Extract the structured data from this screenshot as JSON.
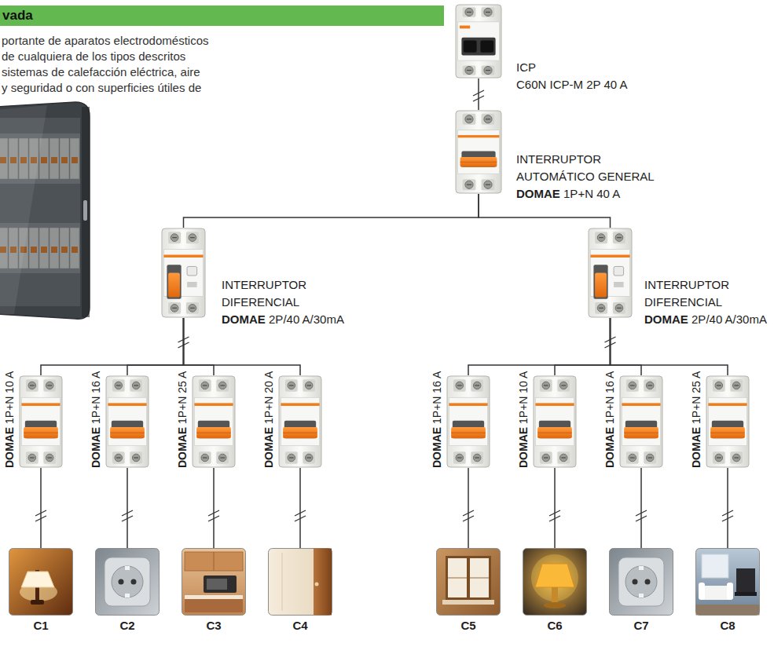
{
  "diagram": {
    "nodes": [
      {
        "text": [
          "vada"
        ]
      },
      {
        "text": [
          "ICP",
          "C60N ICP-M 2P 40 A"
        ]
      },
      {
        "text": [
          "INTERRUPTOR AUTOMÁTICO GENERAL",
          "DOMAE",
          "1P+N 40 A"
        ]
      },
      {
        "text": [
          "INTERRUPTOR DIFERENCIAL",
          "DOMAE",
          "2P/40 A/30mA"
        ]
      },
      {
        "text": [
          "INTERRUPTOR DIFERENCIAL",
          "DOMAE",
          "2P/40 A/30mA"
        ]
      },
      {
        "text": [
          "DOMAE",
          "1P+N 10 A"
        ]
      },
      {
        "text": [
          "DOMAE",
          "1P+N 16 A"
        ]
      },
      {
        "text": [
          "DOMAE",
          "1P+N 25 A"
        ]
      },
      {
        "text": [
          "DOMAE",
          "1P+N 20 A"
        ]
      },
      {
        "text": [
          "DOMAE",
          "1P+N 16 A"
        ]
      },
      {
        "text": [
          "DOMAE",
          "1P+N 10 A"
        ]
      },
      {
        "text": [
          "DOMAE",
          "1P+N 16 A"
        ]
      },
      {
        "text": [
          "DOMAE",
          "1P+N 25 A"
        ]
      },
      {
        "text": [
          "C1"
        ]
      },
      {
        "text": [
          "C2"
        ]
      },
      {
        "text": [
          "C3"
        ]
      },
      {
        "text": [
          "C4"
        ]
      },
      {
        "text": [
          "C5"
        ]
      },
      {
        "text": [
          "C6"
        ]
      },
      {
        "text": [
          "C7"
        ]
      },
      {
        "text": [
          "C8"
        ]
      }
    ],
    "edges": [
      {
        "from": 1,
        "to": 2,
        "arrow": "none"
      },
      {
        "from": 2,
        "to": 3,
        "arrow": "none"
      },
      {
        "from": 2,
        "to": 4,
        "arrow": "none"
      },
      {
        "from": 3,
        "to": 5,
        "arrow": "none"
      },
      {
        "from": 3,
        "to": 6,
        "arrow": "none"
      },
      {
        "from": 3,
        "to": 7,
        "arrow": "none"
      },
      {
        "from": 3,
        "to": 8,
        "arrow": "none"
      },
      {
        "from": 4,
        "to": 9,
        "arrow": "none"
      },
      {
        "from": 4,
        "to": 10,
        "arrow": "none"
      },
      {
        "from": 4,
        "to": 11,
        "arrow": "none"
      },
      {
        "from": 4,
        "to": 12,
        "arrow": "none"
      },
      {
        "from": 5,
        "to": 13,
        "arrow": "none"
      },
      {
        "from": 6,
        "to": 14,
        "arrow": "none"
      },
      {
        "from": 7,
        "to": 15,
        "arrow": "none"
      },
      {
        "from": 8,
        "to": 16,
        "arrow": "none"
      },
      {
        "from": 9,
        "to": 17,
        "arrow": "none"
      },
      {
        "from": 10,
        "to": 18,
        "arrow": "none"
      },
      {
        "from": 11,
        "to": 19,
        "arrow": "none"
      },
      {
        "from": 12,
        "to": 20,
        "arrow": "none"
      }
    ],
    "labels": [
      "portante de aparatos electrodomésticos",
      "de cualquiera de los tipos descritos",
      "sistemas de calefacción eléctrica, aire",
      "y seguridad o con superficies útiles de"
    ]
  }
}
